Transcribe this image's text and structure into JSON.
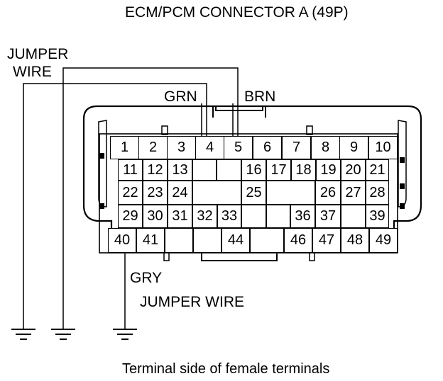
{
  "title": "ECM/PCM CONNECTOR A (49P)",
  "footer": "Terminal side of female terminals",
  "labels": {
    "jumper_wire_top_line1": "JUMPER",
    "jumper_wire_top_line2": "WIRE",
    "grn": "GRN",
    "brn": "BRN",
    "gry": "GRY",
    "jumper_wire_bottom": "JUMPER WIRE"
  },
  "connector": {
    "row1": [
      "1",
      "2",
      "3",
      "4",
      "5",
      "6",
      "7",
      "8",
      "9",
      "10"
    ],
    "row2": [
      "11",
      "12",
      "13",
      "",
      "",
      "16",
      "17",
      "18",
      "19",
      "20",
      "21"
    ],
    "row3": [
      "22",
      "23",
      "24",
      "",
      "25",
      "",
      "26",
      "27",
      "28"
    ],
    "row4": [
      "29",
      "30",
      "31",
      "32",
      "33",
      "",
      "",
      "36",
      "37",
      "",
      "39"
    ],
    "row5": [
      "40",
      "41",
      "",
      "",
      "44",
      "",
      "46",
      "47",
      "48",
      "49"
    ]
  }
}
